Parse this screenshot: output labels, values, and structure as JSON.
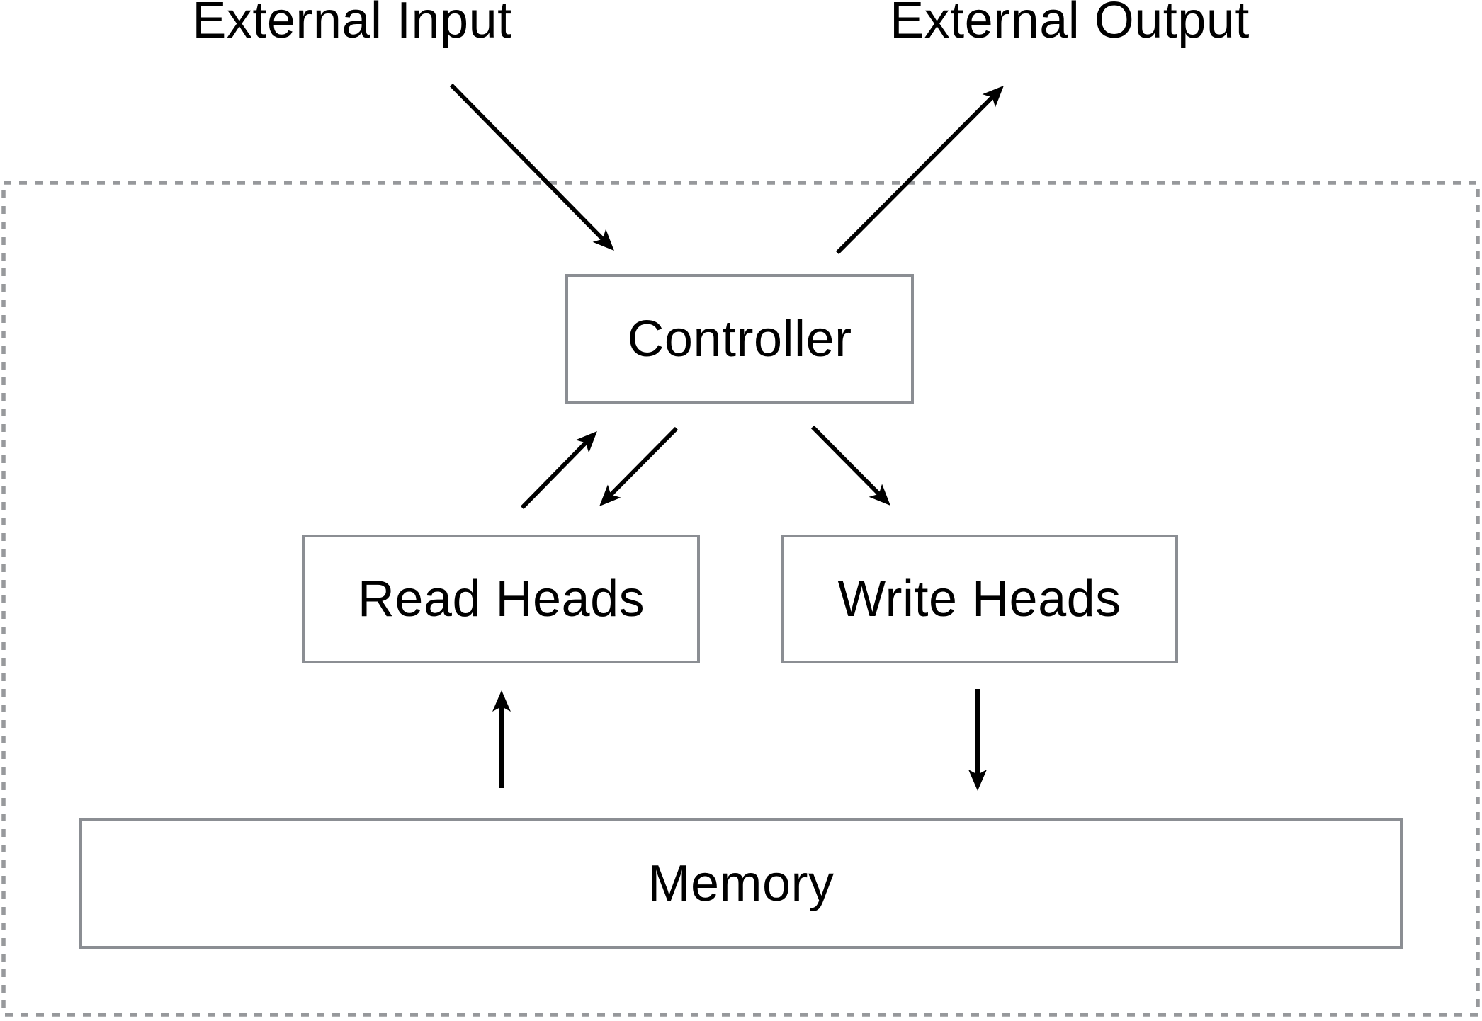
{
  "diagram": {
    "type": "architecture-block-diagram",
    "external_labels": {
      "input": "External Input",
      "output": "External Output"
    },
    "nodes": [
      {
        "id": "controller",
        "label": "Controller"
      },
      {
        "id": "read_heads",
        "label": "Read Heads"
      },
      {
        "id": "write_heads",
        "label": "Write Heads"
      },
      {
        "id": "memory",
        "label": "Memory"
      }
    ],
    "edges": [
      {
        "from": "external_input",
        "to": "controller"
      },
      {
        "from": "controller",
        "to": "external_output"
      },
      {
        "from": "read_heads",
        "to": "controller"
      },
      {
        "from": "controller",
        "to": "read_heads"
      },
      {
        "from": "controller",
        "to": "write_heads"
      },
      {
        "from": "memory",
        "to": "read_heads"
      },
      {
        "from": "write_heads",
        "to": "memory"
      }
    ],
    "boundary": {
      "style": "dashed",
      "meaning": "system boundary"
    },
    "colors": {
      "node_border": "#8b8e93",
      "dashed_boundary": "#97999c",
      "arrow": "#000000",
      "text": "#000000",
      "background": "#ffffff"
    }
  }
}
